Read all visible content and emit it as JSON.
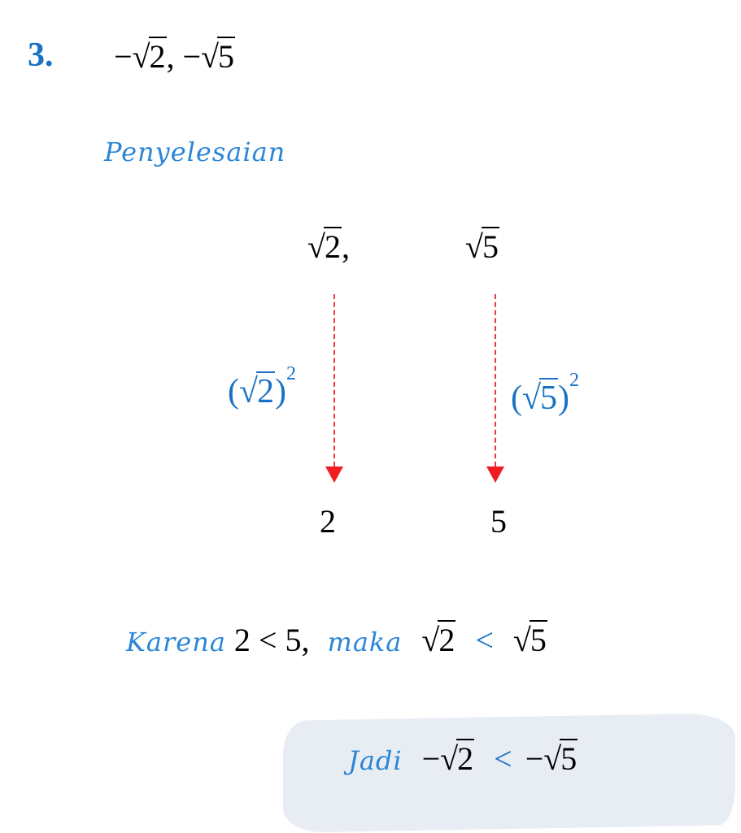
{
  "problem": {
    "number": "3.",
    "expression": {
      "neg": "−",
      "a": "2",
      "sep": ", ",
      "b": "5"
    }
  },
  "solution_label": "Penyelesaian",
  "terms": {
    "a": "2",
    "a_comma": ",",
    "b": "5"
  },
  "squares": {
    "a": "2",
    "b": "5",
    "exponent": "2"
  },
  "results": {
    "a": "2",
    "b": "5"
  },
  "reasoning": {
    "karena": "Karena",
    "inequality": "2 < 5,",
    "maka": "maka",
    "a": "2",
    "lt": "<",
    "b": "5"
  },
  "conclusion": {
    "jadi": "Jadi",
    "neg": "−",
    "a": "2",
    "lt": "<",
    "b": "5"
  },
  "colors": {
    "accent": "#1a72c4",
    "arrow": "#f01c22",
    "highlight": "#e6ebf3"
  }
}
